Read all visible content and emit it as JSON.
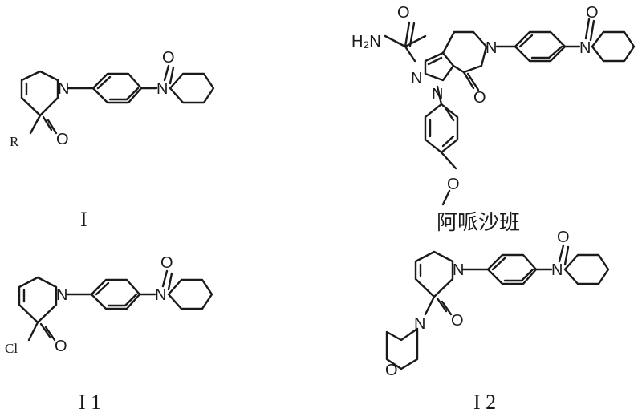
{
  "structures": [
    {
      "id": "compound-I",
      "caption": "I",
      "atoms": {
        "n1": "N",
        "n2": "N",
        "o1": "O",
        "o2": "O",
        "r": "R"
      }
    },
    {
      "id": "apixaban",
      "caption": "阿哌沙班",
      "atoms": {
        "amide_o": "O",
        "amine": "H₂N",
        "n_pyr1": "N",
        "n_pyr2": "N",
        "n_lac": "N",
        "o_lac": "O",
        "o_pip": "O",
        "n_pip": "N",
        "o_meth": "O"
      }
    },
    {
      "id": "compound-I1",
      "caption": "I 1",
      "atoms": {
        "n1": "N",
        "n2": "N",
        "o1": "O",
        "o2": "O",
        "cl": "Cl"
      }
    },
    {
      "id": "compound-I2",
      "caption": "I 2",
      "atoms": {
        "n1": "N",
        "n2": "N",
        "o1": "O",
        "o2": "O",
        "n_morph": "N",
        "o_morph": "O"
      }
    }
  ]
}
